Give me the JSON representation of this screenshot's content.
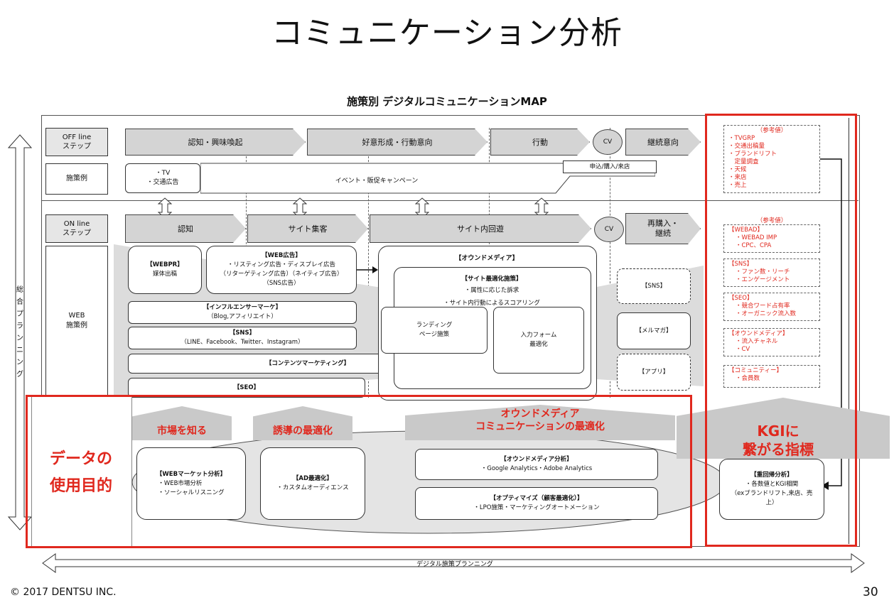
{
  "title": "コミュニケーション分析",
  "map_title": "施策別 デジタルコミュニケーションMAP",
  "left_axis_label": "総合プランニング",
  "bottom_axis_label": "デジタル施策プランニング",
  "offline": {
    "step_label": "OFF line\nステップ",
    "example_label": "施策例",
    "steps": [
      "認知・興味喚起",
      "好意形成・行動意向",
      "行動",
      "CV",
      "継続意向"
    ],
    "tv_box": "・TV\n・交通広告",
    "event_label": "イベント・販促キャンペーン",
    "store_label": "申込/購入/来店"
  },
  "online": {
    "step_label": "ON line\nステップ",
    "web_label": "WEB\n施策例",
    "steps": [
      "認知",
      "サイト集客",
      "サイト内回遊",
      "CV",
      "再購入・\n継続"
    ],
    "webpr_title": "【WEBPR】",
    "webpr_body": "媒体出稿",
    "webad_title": "【WEB広告】",
    "webad_body": "・リスティング広告・ディスプレイ広告\n（リターゲティング広告）（ネイティブ広告）\n（SNS広告）",
    "influencer_title": "【インフルエンサーマーケ】",
    "influencer_body": "（Blog,アフィリエイト）",
    "sns_title": "【SNS】",
    "sns_body": "（LINE、Facebook、Twitter、Instagram）",
    "contents_title": "【コンテンツマーケティング】",
    "seo_title": "【SEO】",
    "owned_title": "【オウンドメディア】",
    "site_opt_title": "【サイト最適化施策】",
    "site_opt_line1": "・属性に応じた訴求",
    "site_opt_line2": "・サイト内行動によるスコアリング",
    "landing": "ランディング\nページ施策",
    "form_opt": "入力フォーム\n最適化",
    "right_sns": "【SNS】",
    "right_mail": "【メルマガ】",
    "right_app": "【アプリ】"
  },
  "reference_offline": {
    "header": "（参考値）",
    "items": [
      "・TVGRP",
      "・交通出稿量",
      "・ブランドリフト",
      "　定量調査",
      "・天候",
      "・来店",
      "・売上"
    ]
  },
  "reference_online": {
    "header": "（参考値）",
    "groups": [
      {
        "title": "【WEBAD】",
        "lines": [
          "・WEBAD IMP",
          "・CPC、CPA"
        ]
      },
      {
        "title": "【SNS】",
        "lines": [
          "・ファン数・リーチ",
          "・エンゲージメント"
        ]
      },
      {
        "title": "【SEO】",
        "lines": [
          "・競合ワード占有率",
          "・オーガニック流入数"
        ]
      },
      {
        "title": "【オウンドメディア】",
        "lines": [
          "・流入チャネル",
          "・CV"
        ]
      },
      {
        "title": "【コミュニティー】",
        "lines": [
          "・会員数"
        ]
      }
    ]
  },
  "data_purpose": {
    "label": "データの\n使用目的",
    "arrows": [
      "市場を知る",
      "誘導の最適化",
      "オウンドメディア\nコミュニケーションの最適化"
    ],
    "kgi_label": "KGIに\n繋がる指標",
    "market_title": "【WEBマーケット分析】",
    "market_body": "・WEB市場分析\n・ソーシャルリスニング",
    "ad_title": "【AD最適化】",
    "ad_body": "・カスタムオーディエンス",
    "owned_title": "【オウンドメディア分析】",
    "owned_body": "・Google Analytics・Adobe Analytics",
    "optimize_title": "【オプティマイズ（顧客最適化）】",
    "optimize_body": "・LPO施策・マーケティングオートメーション",
    "regression_title": "【重回帰分析】",
    "regression_body": "・各数値とKGI相関\n（exブランドリフト,来店、売\n上）"
  },
  "footer": {
    "copyright": "© 2017 DENTSU INC.",
    "page": "30"
  },
  "colors": {
    "accent_red": "#e0281e",
    "step_gray": "#d4d4d4"
  }
}
